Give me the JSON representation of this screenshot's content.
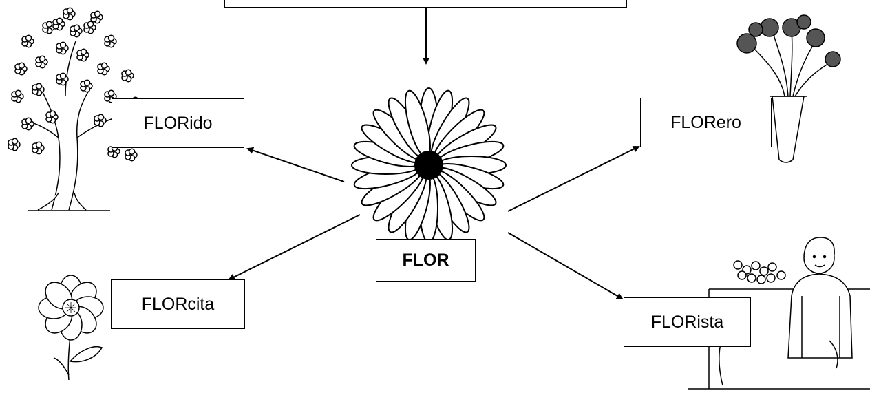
{
  "diagram": {
    "center_label": "FLOR",
    "derived_words": {
      "florido": "FLORido",
      "florero": "FLORero",
      "florcita": "FLORcita",
      "florista": "FLORista"
    },
    "top_box_text": ""
  },
  "illustrations": [
    "daisy-flower-icon",
    "flowering-tree-icon",
    "flower-vase-icon",
    "small-flower-icon",
    "florist-icon"
  ],
  "colors": {
    "line": "#000000",
    "background": "#ffffff",
    "fill_dark": "#555555"
  }
}
